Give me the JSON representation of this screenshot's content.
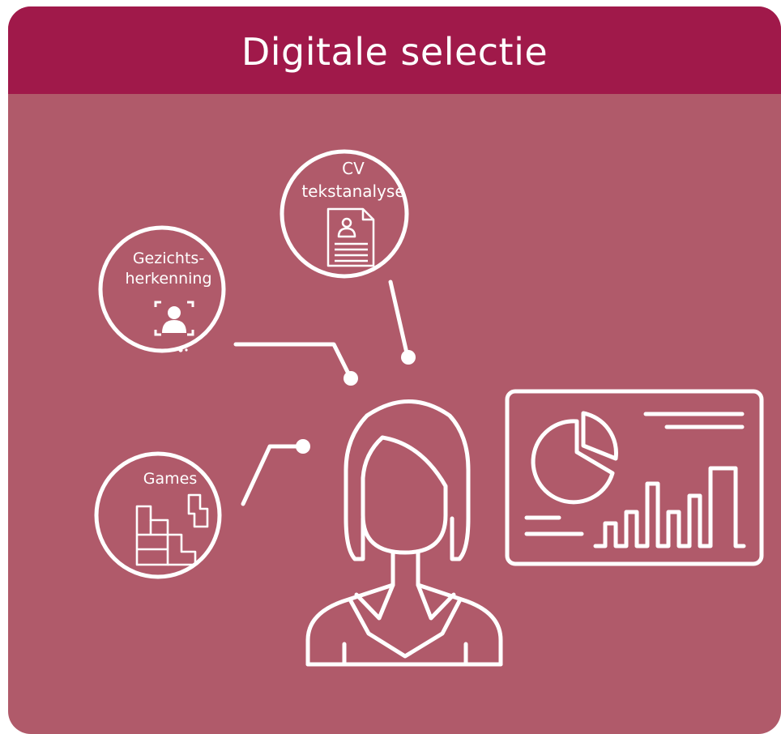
{
  "title": "Digitale selectie",
  "colors": {
    "header": "#a0194a",
    "panel": "#b05a6a",
    "line": "#ffffff"
  },
  "nodes": {
    "cv": {
      "line1": "CV",
      "line2": "tekstanalyse",
      "icon": "resume-icon"
    },
    "face": {
      "line1": "Gezichts-",
      "line2": "herkenning",
      "icon": "face-recognition-icon"
    },
    "games": {
      "label": "Games",
      "icon": "puzzle-blocks-icon"
    }
  },
  "figures": {
    "person": "woman-avatar-icon",
    "dashboard": "dashboard-chart-icon"
  }
}
